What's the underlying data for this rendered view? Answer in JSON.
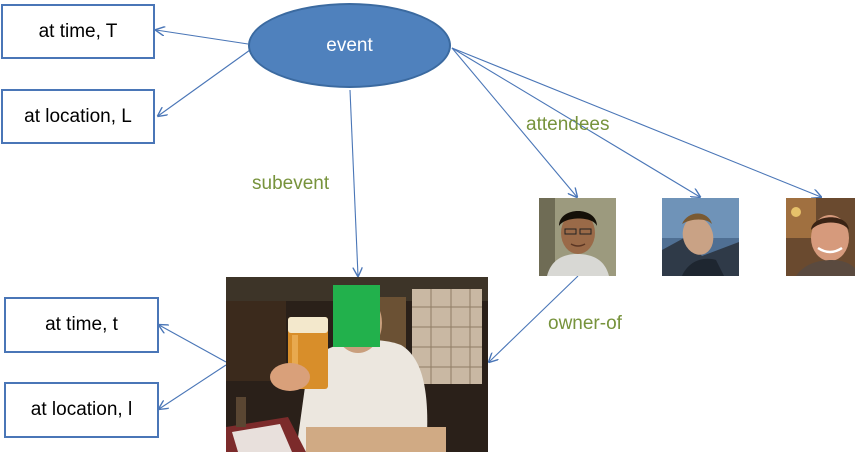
{
  "event": {
    "label": "event"
  },
  "top_boxes": {
    "time": "at time, T",
    "location": "at location, L"
  },
  "bottom_boxes": {
    "time": "at time, t",
    "location": "at location, l"
  },
  "edge_labels": {
    "subevent": "subevent",
    "attendees": "attendees",
    "owner_of": "owner-of"
  },
  "colors": {
    "ellipse_fill": "#4f81bd",
    "box_border": "#4a76b7",
    "arrow": "#4a76b7",
    "edge_label": "#77933c",
    "face_blur": "#22b14c"
  },
  "attendees": [
    {
      "icon": "person-photo-icon"
    },
    {
      "icon": "person-photo-icon"
    },
    {
      "icon": "person-photo-icon"
    }
  ],
  "subevent_photo": {
    "icon": "beer-photo-icon"
  }
}
